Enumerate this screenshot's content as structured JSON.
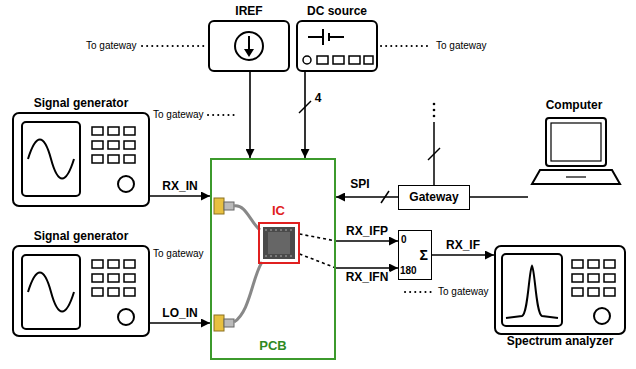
{
  "diagram": {
    "nodes": [
      {
        "text": [
          "IREF"
        ]
      },
      {
        "text": [
          "DC source"
        ]
      },
      {
        "text": [
          "Signal generator"
        ]
      },
      {
        "text": [
          "Computer"
        ]
      },
      {
        "text": [
          "PCB"
        ]
      },
      {
        "text": [
          "IC"
        ],
        "in": 4
      },
      {
        "text": [
          "Gateway"
        ]
      },
      {
        "text": [
          "Signal generator"
        ]
      },
      {
        "text": [
          "0",
          "180",
          "Σ"
        ]
      },
      {
        "text": [
          "Spectrum analyzer"
        ]
      }
    ],
    "edges": [
      {
        "from": 0,
        "to": 4,
        "arrow": "to"
      },
      {
        "from": 1,
        "to": 4,
        "label": "4",
        "arrow": "to"
      },
      {
        "from": 2,
        "to": 4,
        "label": "RX_IN",
        "arrow": "to"
      },
      {
        "from": 7,
        "to": 4,
        "label": "LO_IN",
        "arrow": "to"
      },
      {
        "from": 6,
        "to": 4,
        "label": "SPI",
        "arrow": "to"
      },
      {
        "from": 3,
        "to": 6,
        "arrow": "none"
      },
      {
        "from": 5,
        "to": 8,
        "label": "RX_IFP",
        "arrow": "to"
      },
      {
        "from": 5,
        "to": 8,
        "label": "RX_IFN",
        "arrow": "to"
      },
      {
        "from": 8,
        "to": 9,
        "label": "RX_IF",
        "arrow": "to"
      }
    ],
    "labels": [
      "To gateway",
      "To gateway",
      "To gateway",
      "To gateway",
      "To gateway"
    ]
  }
}
